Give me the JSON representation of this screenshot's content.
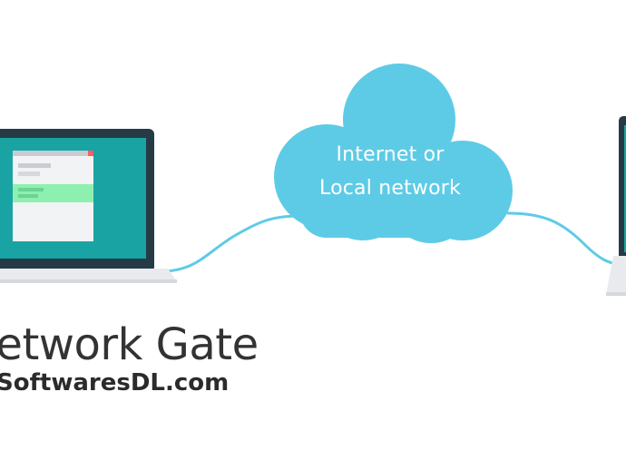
{
  "cloud": {
    "line1": "Internet or",
    "line2": "Local network"
  },
  "caption": "Network Gate",
  "watermark": "SoftwaresDL.com",
  "colors": {
    "cloud": "#5ecbe6",
    "screen": "#1aa3a3",
    "bezel": "#263a46",
    "cable": "#5ecbe6",
    "laptop_base": "#e8eaed",
    "window_highlight": "#8ef0b0",
    "window_accent": "#ff5e5e",
    "text": "#333333"
  },
  "icons": [
    "laptop-left-icon",
    "cloud-icon",
    "laptop-right-icon"
  ]
}
